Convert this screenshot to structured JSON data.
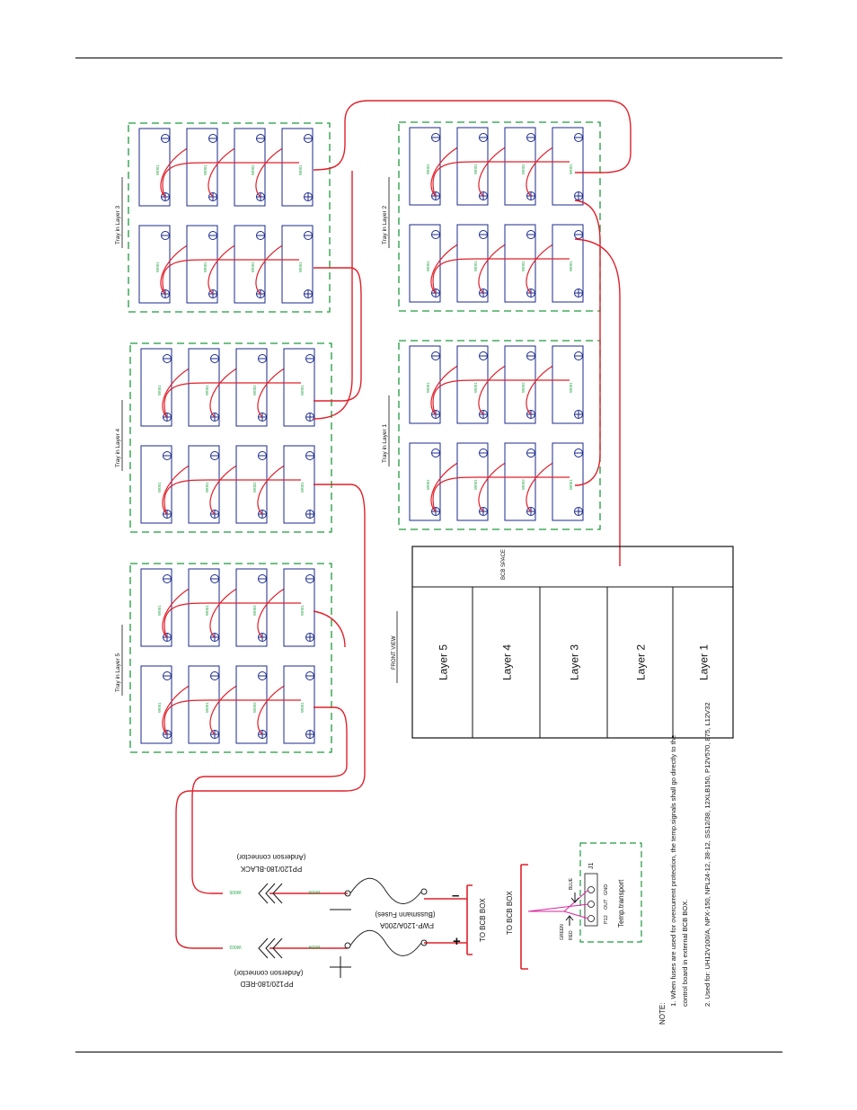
{
  "colors": {
    "tray_border": "#1f9a3e",
    "battery_outline": "#1b2a8c",
    "cable": "#e0202a",
    "label_green": "#2aa84a",
    "text": "#111111",
    "sense_wire": "#d6249a"
  },
  "trays": [
    {
      "id": "layer3",
      "label": "Tray in Layer 3",
      "codes": [
        "W001",
        "W001",
        "W002",
        "W001",
        "W001",
        "W001",
        "W002",
        "W001"
      ]
    },
    {
      "id": "layer2",
      "label": "Tray in Layer 2",
      "codes": [
        "W001",
        "W001",
        "W002",
        "W001",
        "W001",
        "W001",
        "W002",
        "W001"
      ]
    },
    {
      "id": "layer4",
      "label": "Tray in Layer 4",
      "codes": [
        "W001",
        "W001",
        "W002",
        "W001",
        "W001",
        "W001",
        "W002",
        "W001"
      ]
    },
    {
      "id": "layer1",
      "label": "Tray in Layer 1",
      "codes": [
        "W001",
        "W001",
        "W002",
        "W001",
        "W001",
        "W001",
        "W002",
        "W001"
      ]
    },
    {
      "id": "layer5",
      "label": "Tray in Layer 5",
      "codes": [
        "W001",
        "W001",
        "W002",
        "W001",
        "W001",
        "W001",
        "W002",
        "W001"
      ]
    }
  ],
  "front_view": {
    "caption": "FRONT VIEW",
    "bcb_space": "BCB SPACE",
    "layers": [
      "Layer 5",
      "Layer 4",
      "Layer 3",
      "Layer 2",
      "Layer 1"
    ]
  },
  "connections": {
    "red_connector": "PP120/180-RED",
    "red_connector_note": "(Anderson connector)",
    "black_connector": "PP120/180-BLACK",
    "black_connector_note": "(Anderson connector)",
    "fuse": "FWP-120A/200A",
    "fuse_note": "(Bussmann Fuses)",
    "bcb_box_1": "TO BCB BOX",
    "bcb_box_2": "TO BCB BOX",
    "plus": "+",
    "minus": "–",
    "wire_codes": [
      "W005",
      "W006",
      "W003",
      "W004"
    ]
  },
  "temp_transport": {
    "label": "Temp.transport",
    "connector": "J1",
    "pins": [
      "GND",
      "OUT",
      "P12"
    ],
    "wires": [
      "BLUE",
      "GREEN",
      "RED"
    ]
  },
  "notes": {
    "title": "NOTE:",
    "line1": "1. When fuses are used for overcurrent protection, the temp.signals shall go directly to the",
    "line1b": "control board in external BCB BOX.",
    "line2": "2. Used for: UH12V100/A, NPX-150, NPL24-12, 38-12, SS12/38, 12XLB150, P12V570, 875, L12V32"
  }
}
